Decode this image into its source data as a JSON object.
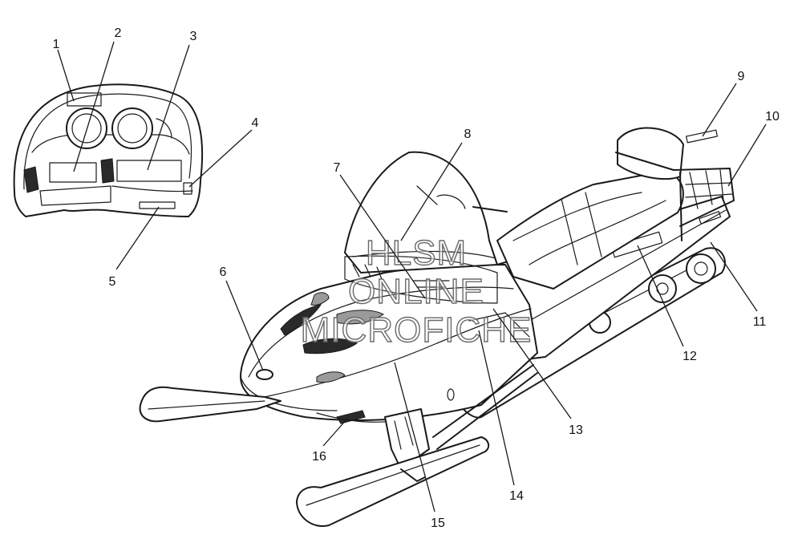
{
  "callouts": [
    "1",
    "2",
    "3",
    "4",
    "5",
    "6",
    "7",
    "8",
    "9",
    "10",
    "11",
    "12",
    "13",
    "14",
    "15",
    "16"
  ],
  "watermark": [
    "HLSM",
    "ONLINE",
    "MICROFICHE"
  ]
}
